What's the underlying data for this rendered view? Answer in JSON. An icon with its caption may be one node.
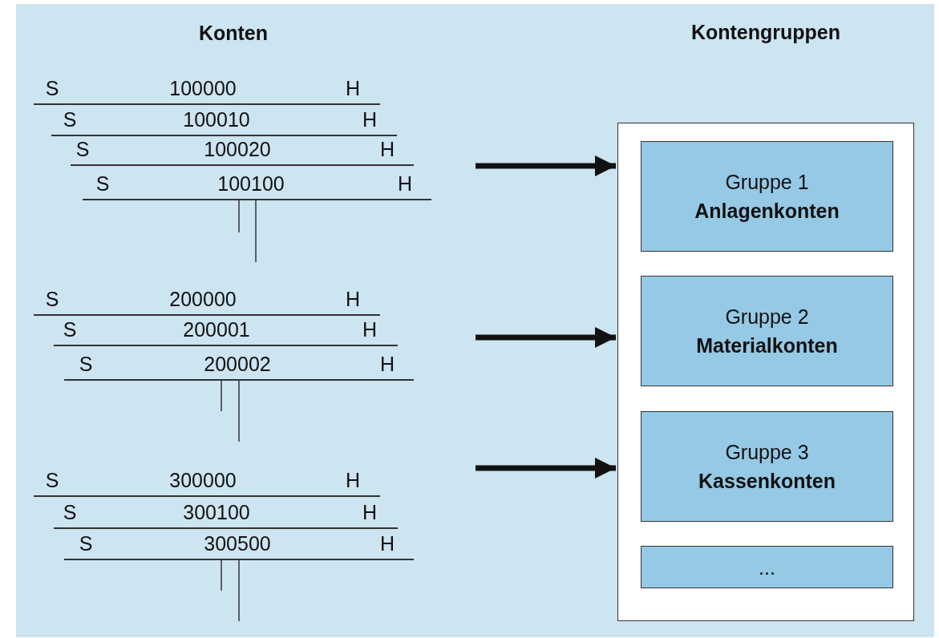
{
  "diagram": {
    "nodes": [
      {
        "text": [
          "Kontengruppen"
        ]
      },
      {
        "text": [
          "Gruppe 1",
          "Anlagenkonten"
        ],
        "in": 0
      },
      {
        "text": [
          "Gruppe 2",
          "Materialkonten"
        ],
        "in": 0
      },
      {
        "text": [
          "Gruppe 3",
          "Kassenkonten"
        ],
        "in": 0
      },
      {
        "text": [
          "..."
        ],
        "in": 0
      },
      {
        "text": [
          "S",
          "100000",
          "H"
        ]
      },
      {
        "text": [
          "S",
          "100010",
          "H"
        ]
      },
      {
        "text": [
          "S",
          "100020",
          "H"
        ]
      },
      {
        "text": [
          "S",
          "100100",
          "H"
        ]
      },
      {
        "text": [
          "S",
          "200000",
          "H"
        ]
      },
      {
        "text": [
          "S",
          "200001",
          "H"
        ]
      },
      {
        "text": [
          "S",
          "200002",
          "H"
        ]
      },
      {
        "text": [
          "S",
          "300000",
          "H"
        ]
      },
      {
        "text": [
          "S",
          "300100",
          "H"
        ]
      },
      {
        "text": [
          "S",
          "300500",
          "H"
        ]
      }
    ],
    "edges": [
      {
        "from": null,
        "to": 1,
        "arrow": "to"
      },
      {
        "from": null,
        "to": 2,
        "arrow": "to"
      },
      {
        "from": null,
        "to": 3,
        "arrow": "to"
      }
    ],
    "labels": [
      "Konten"
    ]
  }
}
